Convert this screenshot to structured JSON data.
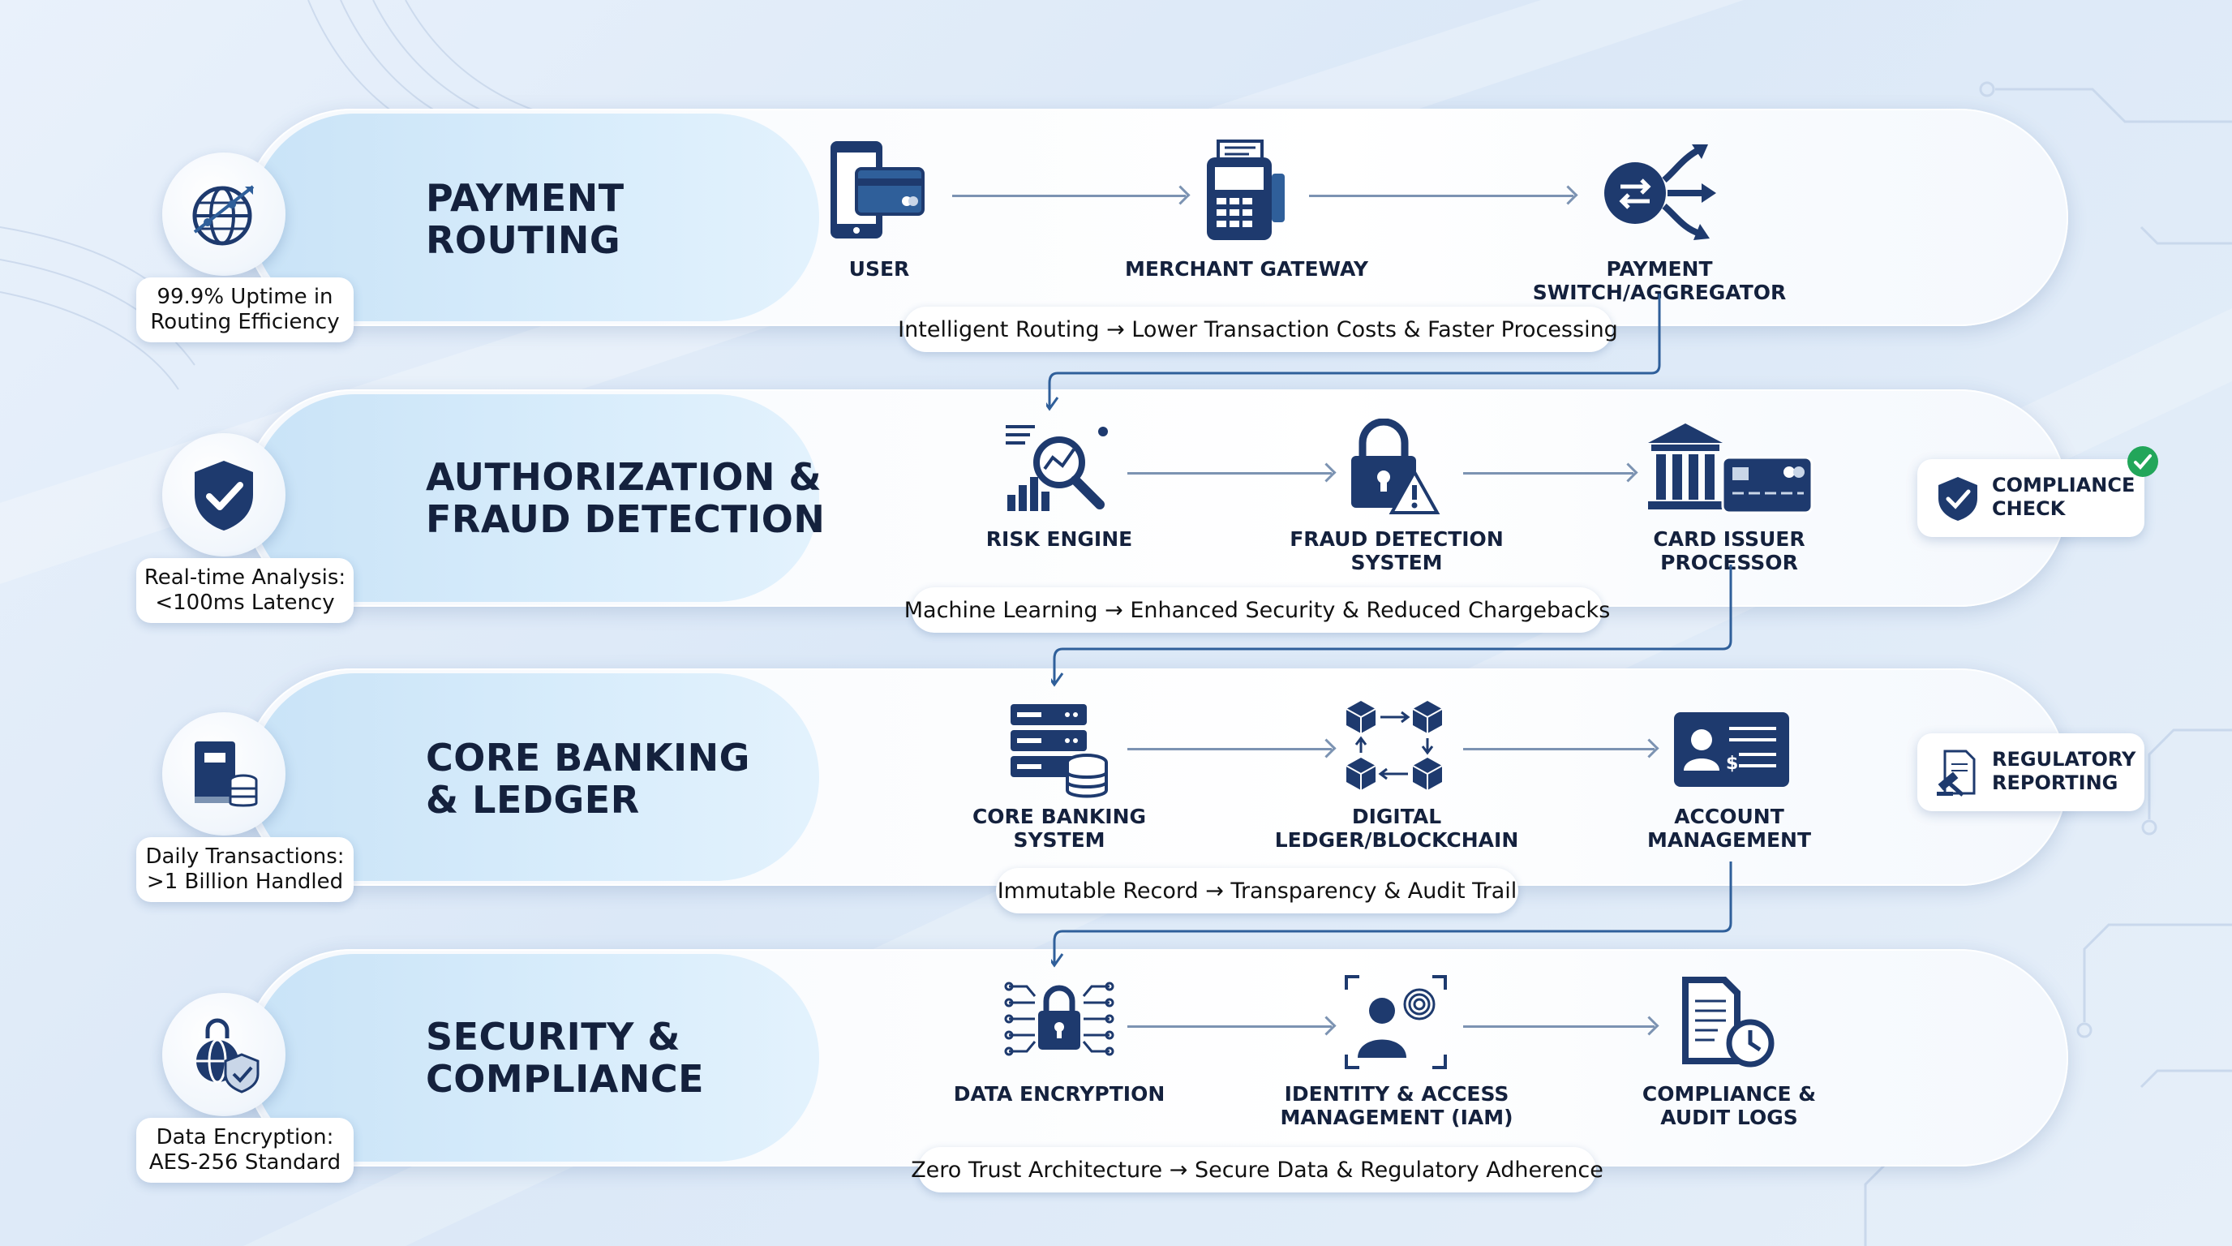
{
  "colors": {
    "navy": "#1e3a6e",
    "accent": "#2f5f9a",
    "green": "#22a65a",
    "background": "#e3edf8"
  },
  "stages": [
    {
      "title": "PAYMENT\nROUTING",
      "stat": [
        "99.9% Uptime in",
        "Routing Efficiency"
      ],
      "stat_icon": "globe-network-icon",
      "nodes": [
        {
          "label": "USER",
          "icon": "phone-card-icon"
        },
        {
          "label": "MERCHANT GATEWAY",
          "icon": "pos-terminal-icon"
        },
        {
          "label": "PAYMENT SWITCH/AGGREGATOR",
          "icon": "switch-arrows-icon"
        }
      ],
      "caption": "Intelligent Routing → Lower Transaction Costs & Faster Processing"
    },
    {
      "title": "AUTHORIZATION &\nFRAUD DETECTION",
      "stat": [
        "Real-time Analysis:",
        "<100ms Latency"
      ],
      "stat_icon": "shield-check-icon",
      "nodes": [
        {
          "label": "RISK ENGINE",
          "icon": "magnifier-chart-icon"
        },
        {
          "label": "FRAUD DETECTION\nSYSTEM",
          "icon": "padlock-warning-icon"
        },
        {
          "label": "CARD ISSUER PROCESSOR",
          "icon": "bank-card-icon"
        }
      ],
      "caption": "Machine Learning → Enhanced Security & Reduced Chargebacks",
      "side_card": {
        "label": "COMPLIANCE\nCHECK",
        "icon": "shield-check-icon"
      }
    },
    {
      "title": "CORE BANKING\n& LEDGER",
      "stat": [
        "Daily Transactions:",
        ">1 Billion Handled"
      ],
      "stat_icon": "ledger-book-coins-icon",
      "nodes": [
        {
          "label": "CORE BANKING\nSYSTEM",
          "icon": "server-database-icon"
        },
        {
          "label": "DIGITAL\nLEDGER/BLOCKCHAIN",
          "icon": "blockchain-cubes-icon"
        },
        {
          "label": "ACCOUNT\nMANAGEMENT",
          "icon": "id-card-icon"
        }
      ],
      "caption": "Immutable Record → Transparency & Audit Trail",
      "side_card": {
        "label": "REGULATORY\nREPORTING",
        "icon": "gavel-document-icon"
      }
    },
    {
      "title": "SECURITY &\nCOMPLIANCE",
      "stat": [
        "Data Encryption:",
        "AES-256 Standard"
      ],
      "stat_icon": "globe-lock-shield-icon",
      "nodes": [
        {
          "label": "DATA ENCRYPTION",
          "icon": "circuit-lock-icon"
        },
        {
          "label": "IDENTITY & ACCESS\nMANAGEMENT (IAM)",
          "icon": "person-fingerprint-icon"
        },
        {
          "label": "COMPLIANCE &\nAUDIT LOGS",
          "icon": "document-clock-icon"
        }
      ],
      "caption": "Zero Trust Architecture → Secure Data & Regulatory Adherence"
    }
  ]
}
